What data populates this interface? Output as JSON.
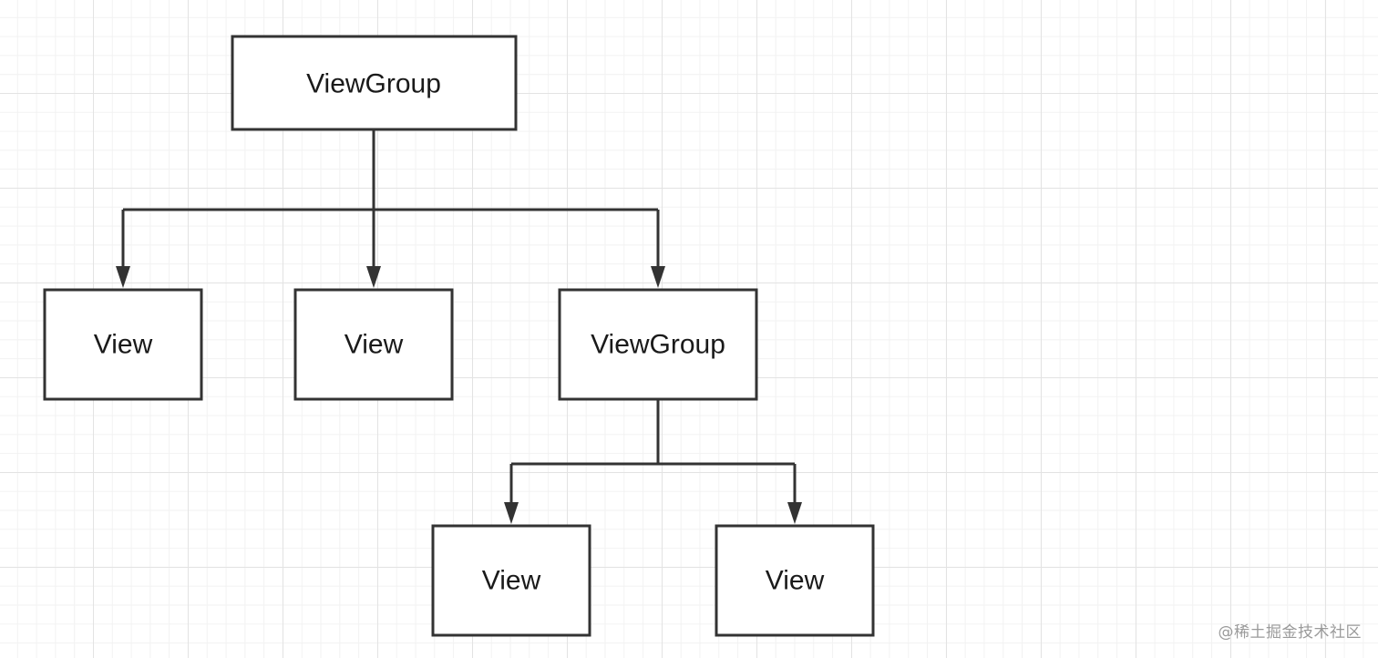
{
  "nodes": {
    "root": {
      "label": "ViewGroup"
    },
    "child_1": {
      "label": "View"
    },
    "child_2": {
      "label": "View"
    },
    "child_3": {
      "label": "ViewGroup"
    },
    "grandchild_1": {
      "label": "View"
    },
    "grandchild_2": {
      "label": "View"
    }
  },
  "edges": [
    {
      "from": "root",
      "to": "child_1"
    },
    {
      "from": "root",
      "to": "child_2"
    },
    {
      "from": "root",
      "to": "child_3"
    },
    {
      "from": "child_3",
      "to": "grandchild_1"
    },
    {
      "from": "child_3",
      "to": "grandchild_2"
    }
  ],
  "watermark": "@稀土掘金技术社区",
  "colors": {
    "stroke": "#333333",
    "text": "#1a1a1a",
    "grid_major": "#e3e3e3",
    "grid_minor": "#f2f2f2",
    "watermark": "#9a9a9a"
  }
}
